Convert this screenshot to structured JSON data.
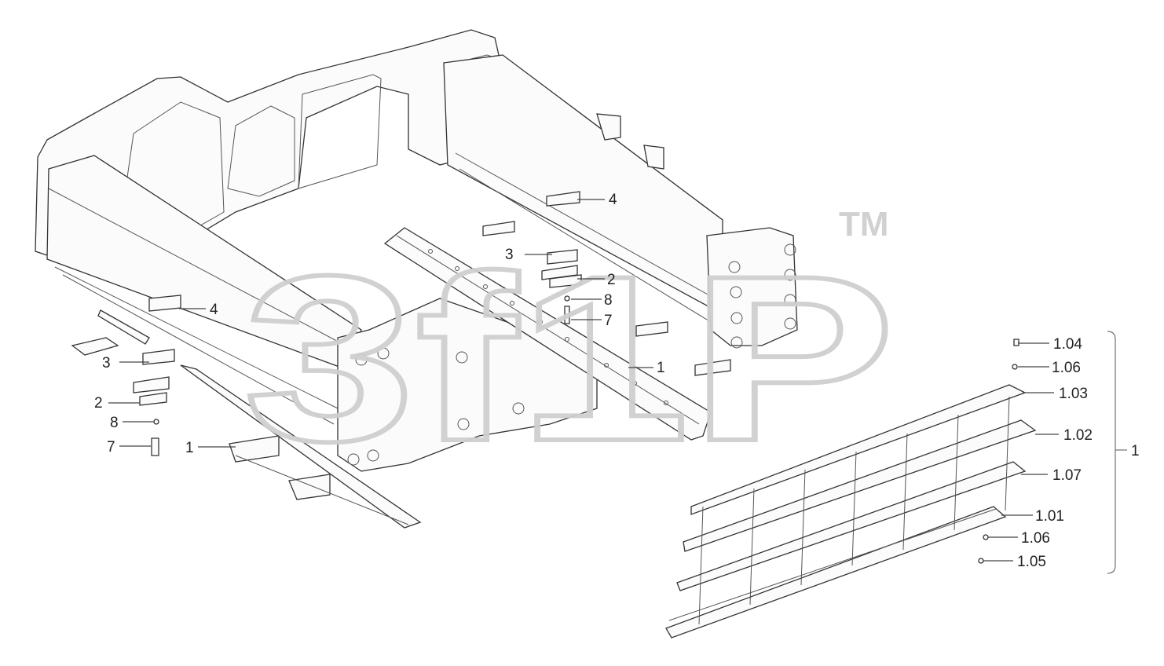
{
  "watermark": {
    "brand": "3f1P",
    "tm": "TM"
  },
  "callouts": {
    "top_4": "4",
    "top_3": "3",
    "top_2": "2",
    "top_8": "8",
    "top_7": "7",
    "top_1": "1",
    "left_4": "4",
    "left_3": "3",
    "left_2": "2",
    "left_8": "8",
    "left_7": "7",
    "left_1": "1"
  },
  "detail": {
    "group_label": "1",
    "items": [
      "1.04",
      "1.06",
      "1.03",
      "1.02",
      "1.07",
      "1.01",
      "1.06",
      "1.05"
    ]
  },
  "colors": {
    "line": "#333333",
    "watermark": "#d9d9d9",
    "background": "#ffffff"
  }
}
